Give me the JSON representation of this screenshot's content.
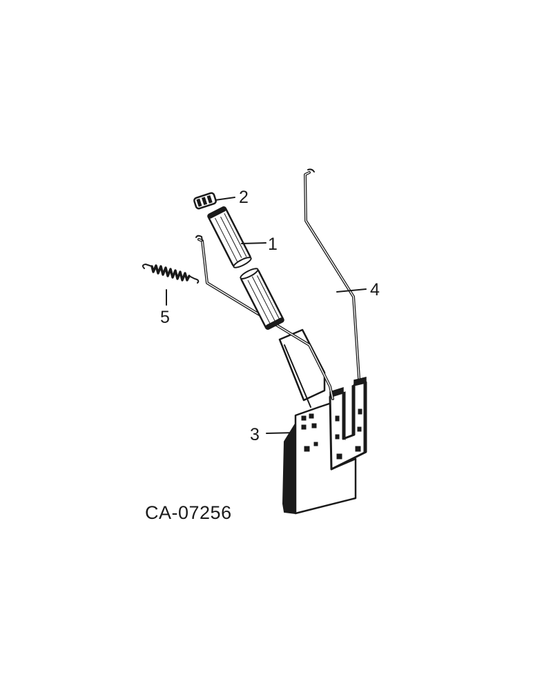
{
  "figure": {
    "id_label": "CA-07256"
  },
  "callouts": [
    {
      "number": "1",
      "part": "grip"
    },
    {
      "number": "2",
      "part": "nut"
    },
    {
      "number": "3",
      "part": "mounting-plate"
    },
    {
      "number": "4",
      "part": "rod"
    },
    {
      "number": "5",
      "part": "spring"
    }
  ],
  "colors": {
    "ink": "#1a1a1a",
    "paper": "#ffffff"
  }
}
